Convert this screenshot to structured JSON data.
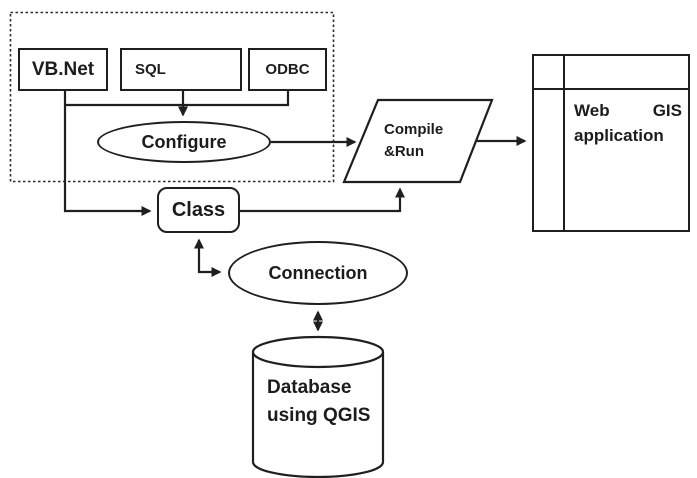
{
  "diagram": {
    "background_color": "#ffffff",
    "line_color": "#1f1f1f",
    "nodes": {
      "vbnet": {
        "label": "VB.Net",
        "shape": "rectangle"
      },
      "sql": {
        "label": "SQL",
        "shape": "rectangle"
      },
      "odbc": {
        "label": "ODBC",
        "shape": "rectangle"
      },
      "configure": {
        "label": "Configure",
        "shape": "ellipse"
      },
      "compile_run": {
        "line1": "Compile",
        "line2": "&Run",
        "shape": "parallelogram"
      },
      "web_gis_app": {
        "word1": "Web",
        "word2": "GIS",
        "word3": "application",
        "shape": "window-rectangle"
      },
      "class": {
        "label": "Class",
        "shape": "rounded-rectangle"
      },
      "connection": {
        "label": "Connection",
        "shape": "ellipse"
      },
      "database": {
        "line1": "Database",
        "line2": "using QGIS",
        "shape": "cylinder"
      }
    },
    "groups": [
      {
        "name": "dashed-container",
        "contains": [
          "vbnet",
          "sql",
          "odbc",
          "configure"
        ]
      }
    ],
    "edges": [
      {
        "from": "vbnet",
        "to": "class",
        "arrow": "end"
      },
      {
        "from": "vbnet",
        "to": "odbc",
        "arrow": "none"
      },
      {
        "from": "sql",
        "to": "configure",
        "arrow": "end"
      },
      {
        "from": "configure",
        "to": "compile_run",
        "arrow": "end"
      },
      {
        "from": "compile_run",
        "to": "web_gis_app",
        "arrow": "end"
      },
      {
        "from": "class",
        "to": "compile_run",
        "arrow": "end"
      },
      {
        "from": "class",
        "to": "connection",
        "arrow": "both"
      },
      {
        "from": "connection",
        "to": "database",
        "arrow": "both"
      }
    ]
  }
}
